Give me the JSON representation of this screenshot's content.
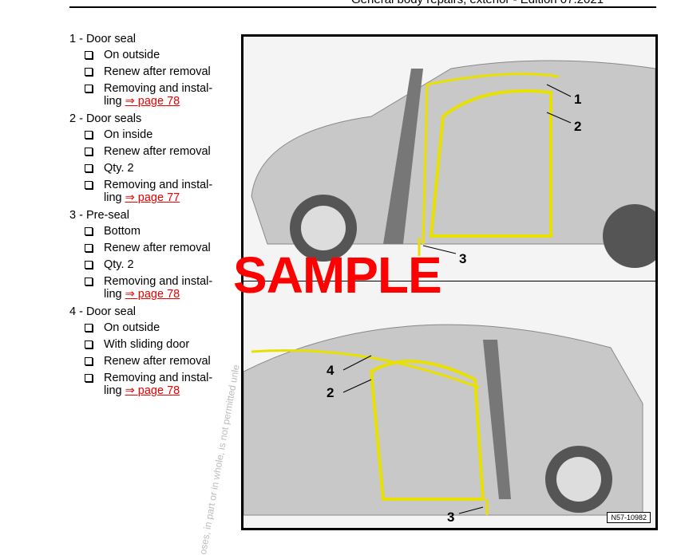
{
  "header": {
    "title": "General body repairs, exterior - Edition 07.2021"
  },
  "sections": [
    {
      "title": "1 - Door seal",
      "items": [
        {
          "text": "On outside"
        },
        {
          "text": "Renew after removal"
        },
        {
          "text": "Removing and instal-ling",
          "link": "⇒ page 78"
        }
      ]
    },
    {
      "title": "2 - Door seals",
      "items": [
        {
          "text": "On inside"
        },
        {
          "text": "Renew after removal"
        },
        {
          "text": "Qty. 2"
        },
        {
          "text": "Removing and instal-ling",
          "link": "⇒ page 77"
        }
      ]
    },
    {
      "title": "3 - Pre-seal",
      "items": [
        {
          "text": "Bottom"
        },
        {
          "text": "Renew after removal"
        },
        {
          "text": "Qty. 2"
        },
        {
          "text": "Removing and instal-ling",
          "link": "⇒ page 78"
        }
      ]
    },
    {
      "title": "4 - Door seal",
      "items": [
        {
          "text": "On outside"
        },
        {
          "text": "With sliding door"
        },
        {
          "text": "Renew after removal"
        },
        {
          "text": "Removing and instal-ling",
          "link": "⇒ page 78"
        }
      ]
    }
  ],
  "figure": {
    "callouts_top": [
      "1",
      "2",
      "3"
    ],
    "callouts_bottom": [
      "4",
      "2",
      "3"
    ],
    "figure_number": "N57-10982",
    "seal_color": "#e8e000"
  },
  "overlay": {
    "sample": "SAMPLE",
    "watermark": "oses, in part or in whole, is not permitted unle"
  }
}
